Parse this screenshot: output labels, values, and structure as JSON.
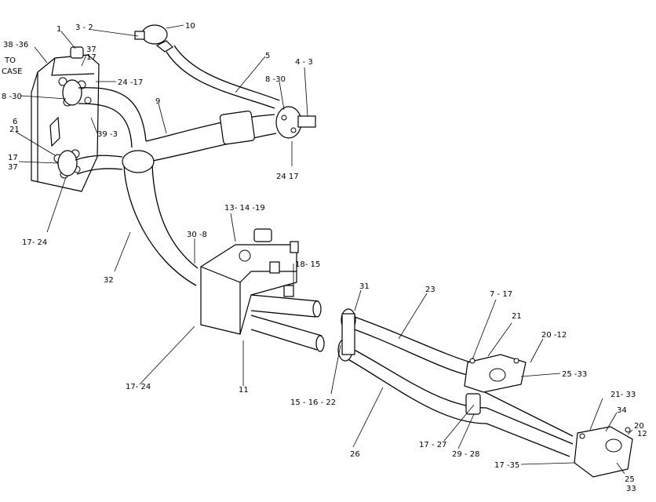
{
  "callouts": {
    "c1": "1",
    "c3_2": "3 - 2",
    "c10": "10",
    "c38_36": "38 -36",
    "c37_17_a": "37",
    "c17_a": "17",
    "to_case_1": "TO",
    "to_case_2": "CASE",
    "c5": "5",
    "c4_3": "4 - 3",
    "c8_30_r": "8 -30",
    "c24_17_a": "24 -17",
    "c8_30_l": "8 -30",
    "c9": "9",
    "c39_3": "39 -3",
    "c6": "6",
    "c21_l": "21",
    "c17_37_a": "17",
    "c17_37_b": "37",
    "c24_17_b": "24   17",
    "c17_24_l": "17- 24",
    "c13_14_19": "13- 14 -19",
    "c30_8": "30 -8",
    "c18_15": "18- 15",
    "c32": "32",
    "c31": "31",
    "c23": "23",
    "c7_17": "7 - 17",
    "c21_r": "21",
    "c20_12_a": "20 -12",
    "c25_33_a": "25 -33",
    "c17_24_b": "17- 24",
    "c11": "11",
    "c15_16_22": "15 - 16 - 22",
    "c21_33": "21- 33",
    "c34": "34",
    "c20_b": "20",
    "c12_b": "12",
    "c17_27": "17 - 27",
    "c29_28": "29 - 28",
    "c26": "26",
    "c17_35": "17 -35",
    "c25_b": "25",
    "c33_b": "33"
  }
}
